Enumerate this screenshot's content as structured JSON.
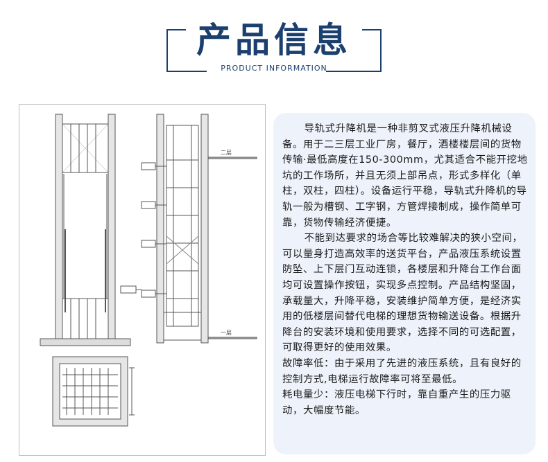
{
  "header": {
    "title": "产品信息",
    "subtitle": "PRODUCT INFORMATION"
  },
  "drawing": {
    "label_right_top": "二层",
    "label_right_bottom": "一层"
  },
  "info": {
    "paragraphs": [
      "导轨式升降机是一种非剪叉式液压升降机械设备。用于二三层工业厂房，餐厅，酒楼楼层间的货物传输·最低高度在150-300mm，尤其适合不能开挖地坑的工作场所，并且无须上部吊点，形式多样化（单柱，双柱，四柱）。设备运行平稳，导轨式升降机的导轨一般为槽钢、工字钢，方管焊接制成，操作简单可靠，货物传输经济便捷。",
      "不能到达要求的场合等比较难解决的狭小空间，可以量身打造高效率的送货平台，产品液压系统设置防坠、上下层门互动连锁，各楼层和升降台工作台面均可设置操作按钮，实现多点控制。产品结构坚固，承载量大，升降平稳，安装维护简单方便，是经济实用的低楼层间替代电梯的理想货物输送设备。根据升降台的安装环境和使用要求，选择不同的可选配置，可取得更好的使用效果。",
      "故障率低：由于采用了先进的液压系统，且有良好的控制方式,电梯运行故障率可将至最低。",
      "耗电量少：液压电梯下行时，靠自重产生的压力驱动，大幅度节能。"
    ]
  }
}
